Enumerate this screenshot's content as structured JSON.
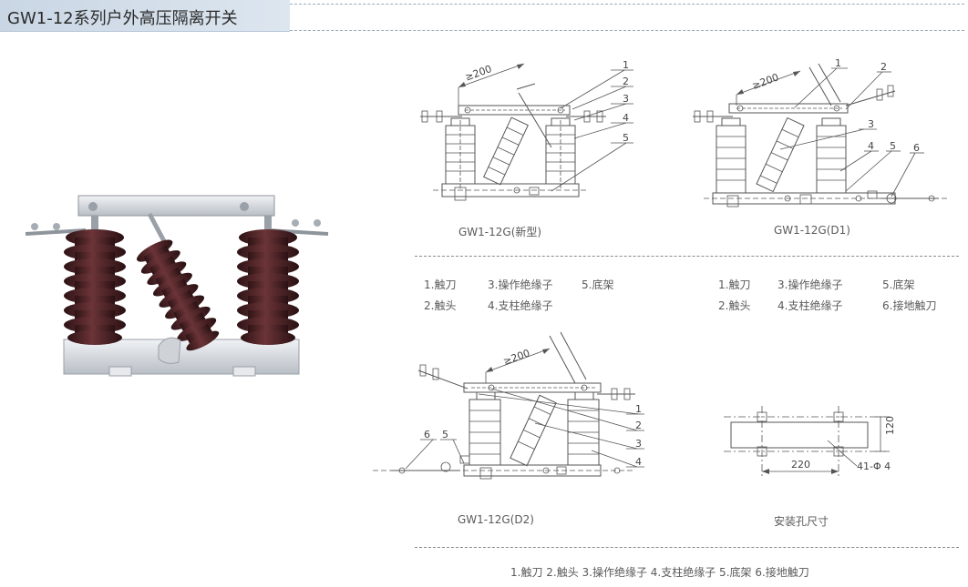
{
  "header": {
    "title": "GW1-12系列户外高压隔离开关"
  },
  "diagrams": {
    "new_type": {
      "caption": "GW1-12G(新型)",
      "dimension": "≥200",
      "callouts": [
        "1",
        "2",
        "3",
        "4",
        "5"
      ]
    },
    "d1": {
      "caption": "GW1-12G(D1)",
      "dimension": "≥200",
      "callouts": [
        "1",
        "2",
        "3",
        "4",
        "5",
        "6"
      ]
    },
    "d2": {
      "caption": "GW1-12G(D2)",
      "dimension": "≥200",
      "callouts": [
        "1",
        "2",
        "3",
        "4",
        "5",
        "6"
      ]
    },
    "mounting": {
      "caption": "安装孔尺寸",
      "width_dim": "220",
      "height_dim": "120",
      "hole_spec": "41-Φ 4"
    }
  },
  "legend_new": [
    "1.触刀",
    "3.操作绝缘子",
    "5.底架",
    "2.触头",
    "4.支柱绝缘子"
  ],
  "legend_d1": [
    "1.触刀",
    "3.操作绝缘子",
    "5.底架",
    "2.触头",
    "4.支柱绝缘子",
    "6.接地触刀"
  ],
  "legend_d2": "1.触刀   2.触头   3.操作绝缘子   4.支柱绝缘子   5.底架   6.接地触刀",
  "colors": {
    "title_bar": "#c9d6e4",
    "porcelain": "#4a2326",
    "frame": "#d7dbe0"
  }
}
